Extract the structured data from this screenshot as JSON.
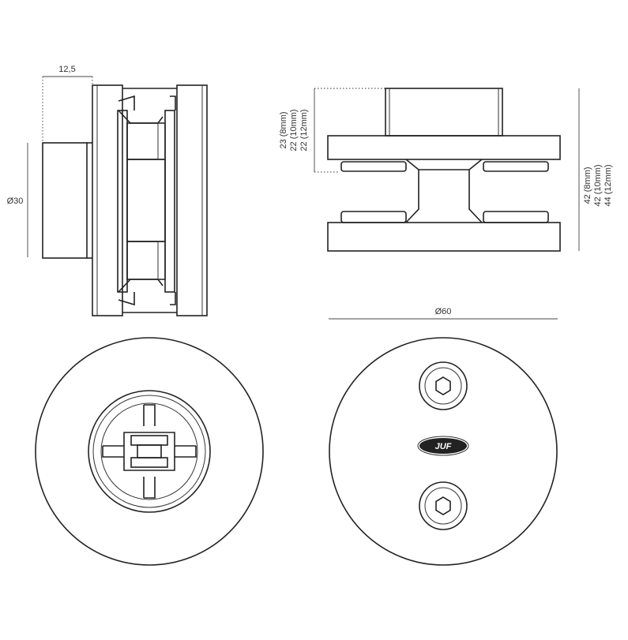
{
  "dimensions": {
    "offset": "12,5",
    "diameter_small": "Ø30",
    "diameter_large": "Ø60",
    "height_top": [
      "23 (8mm)",
      "22 (10mm)",
      "22 (12mm)"
    ],
    "height_total": [
      "42 (8mm)",
      "42 (10mm)",
      "44 (12mm)"
    ]
  },
  "logo": {
    "text": "JUF"
  },
  "colors": {
    "line": "#222222",
    "background": "#ffffff"
  }
}
